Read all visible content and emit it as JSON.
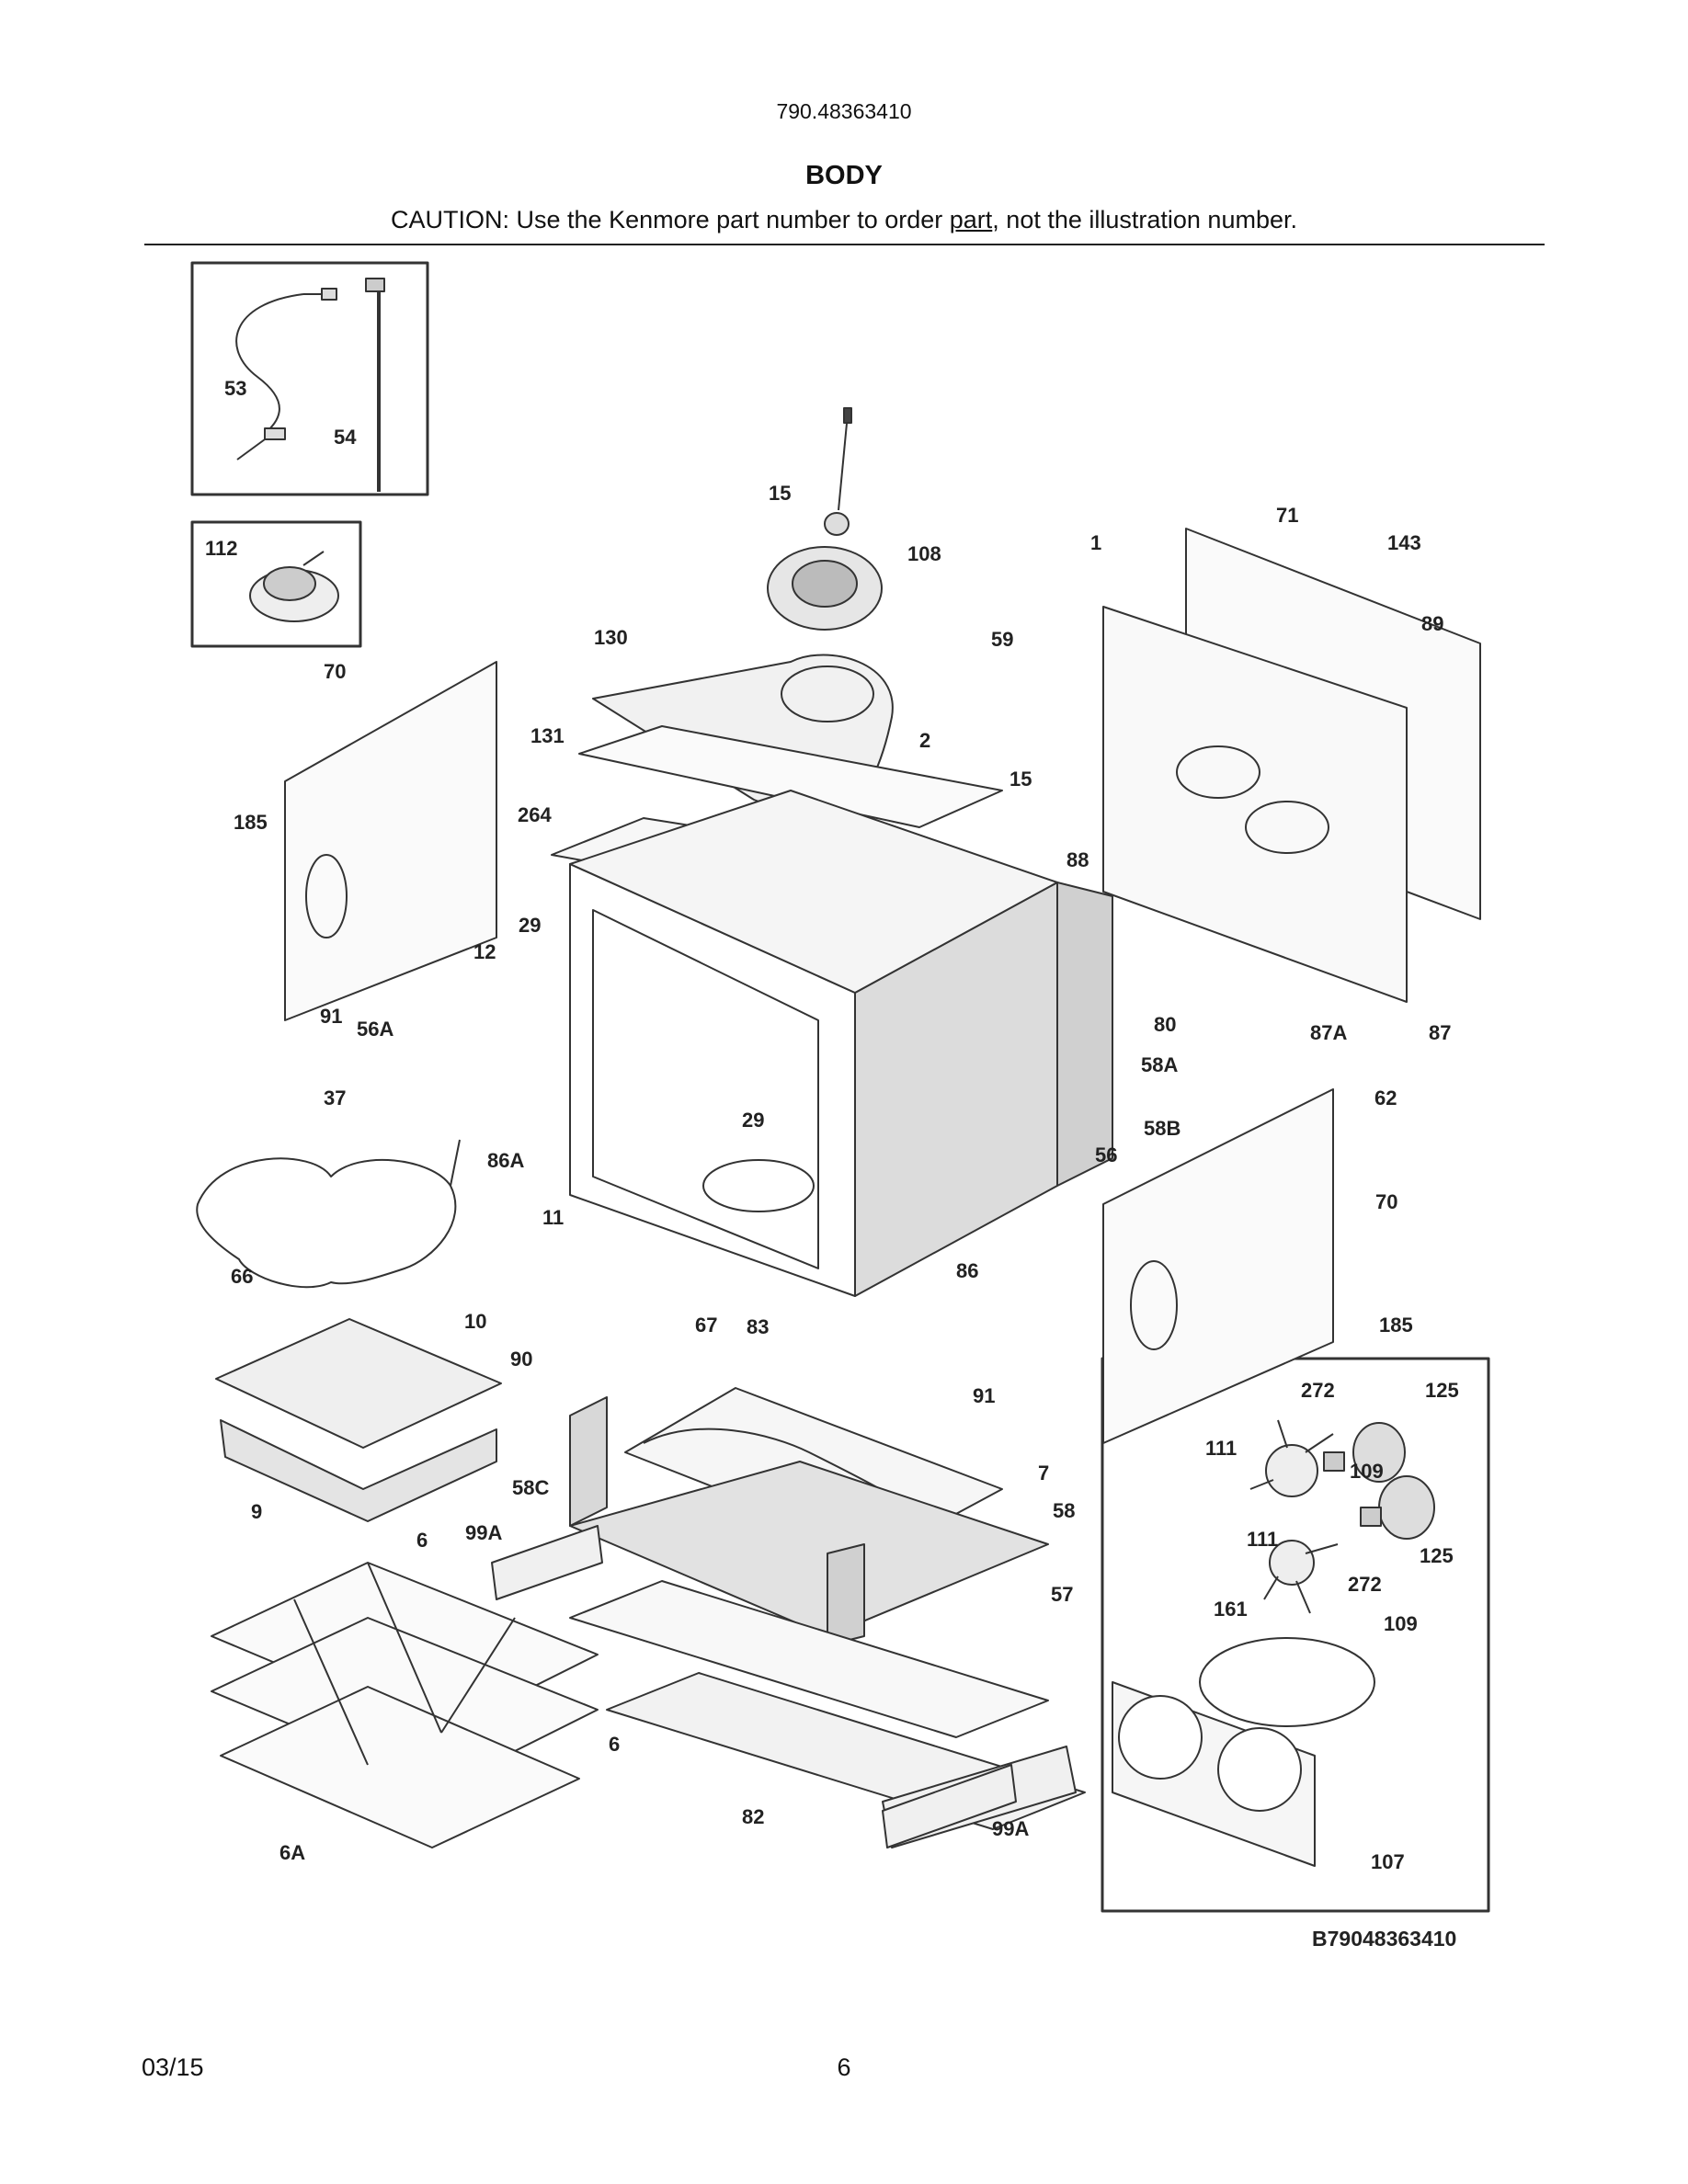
{
  "header": {
    "model_number": "790.48363410",
    "section_title": "BODY",
    "caution_before": "CAUTION: Use the Kenmore part number to order ",
    "caution_link": "part",
    "caution_after": ", not the illustration number."
  },
  "diagram": {
    "code": "B79048363410",
    "callouts": [
      "53",
      "54",
      "112",
      "15",
      "108",
      "1",
      "71",
      "143",
      "89",
      "130",
      "59",
      "70",
      "131",
      "2",
      "185",
      "264",
      "15",
      "88",
      "29",
      "12",
      "91",
      "56A",
      "37",
      "80",
      "87A",
      "87",
      "58A",
      "62",
      "29",
      "58B",
      "86A",
      "56",
      "11",
      "70",
      "66",
      "86",
      "10",
      "90",
      "67",
      "83",
      "91",
      "185",
      "272",
      "125",
      "9",
      "58C",
      "7",
      "111",
      "109",
      "99A",
      "58",
      "6",
      "111",
      "125",
      "272",
      "57",
      "109",
      "161",
      "6",
      "82",
      "99A",
      "6A",
      "107"
    ]
  },
  "footer": {
    "date": "03/15",
    "page": "6"
  }
}
